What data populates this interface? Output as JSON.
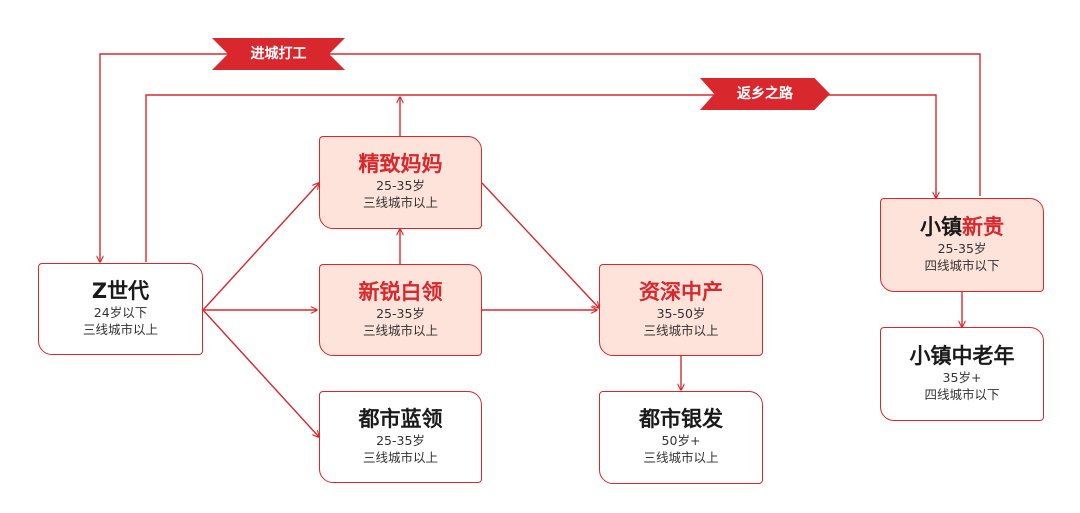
{
  "colors": {
    "accent": "#d8282e",
    "highlight_fill": "#fde3da"
  },
  "banners": {
    "to_city": "进城打工",
    "to_home": "返乡之路"
  },
  "nodes": {
    "gen_z": {
      "title": "Z世代",
      "line1": "24岁以下",
      "line2": "三线城市以上"
    },
    "moms": {
      "title": "精致妈妈",
      "line1": "25-35岁",
      "line2": "三线城市以上"
    },
    "white_collar": {
      "title": "新锐白领",
      "line1": "25-35岁",
      "line2": "三线城市以上"
    },
    "blue_collar": {
      "title": "都市蓝领",
      "line1": "25-35岁",
      "line2": "三线城市以上"
    },
    "senior_middle": {
      "title": "资深中产",
      "line1": "35-50岁",
      "line2": "三线城市以上"
    },
    "silver": {
      "title": "都市银发",
      "line1": "50岁+",
      "line2": "三线城市以上"
    },
    "town_rich": {
      "title_a": "小镇",
      "title_b": "新贵",
      "line1": "25-35岁",
      "line2": "四线城市以下"
    },
    "town_elder": {
      "title": "小镇中老年",
      "line1": "35岁+",
      "line2": "四线城市以下"
    }
  }
}
